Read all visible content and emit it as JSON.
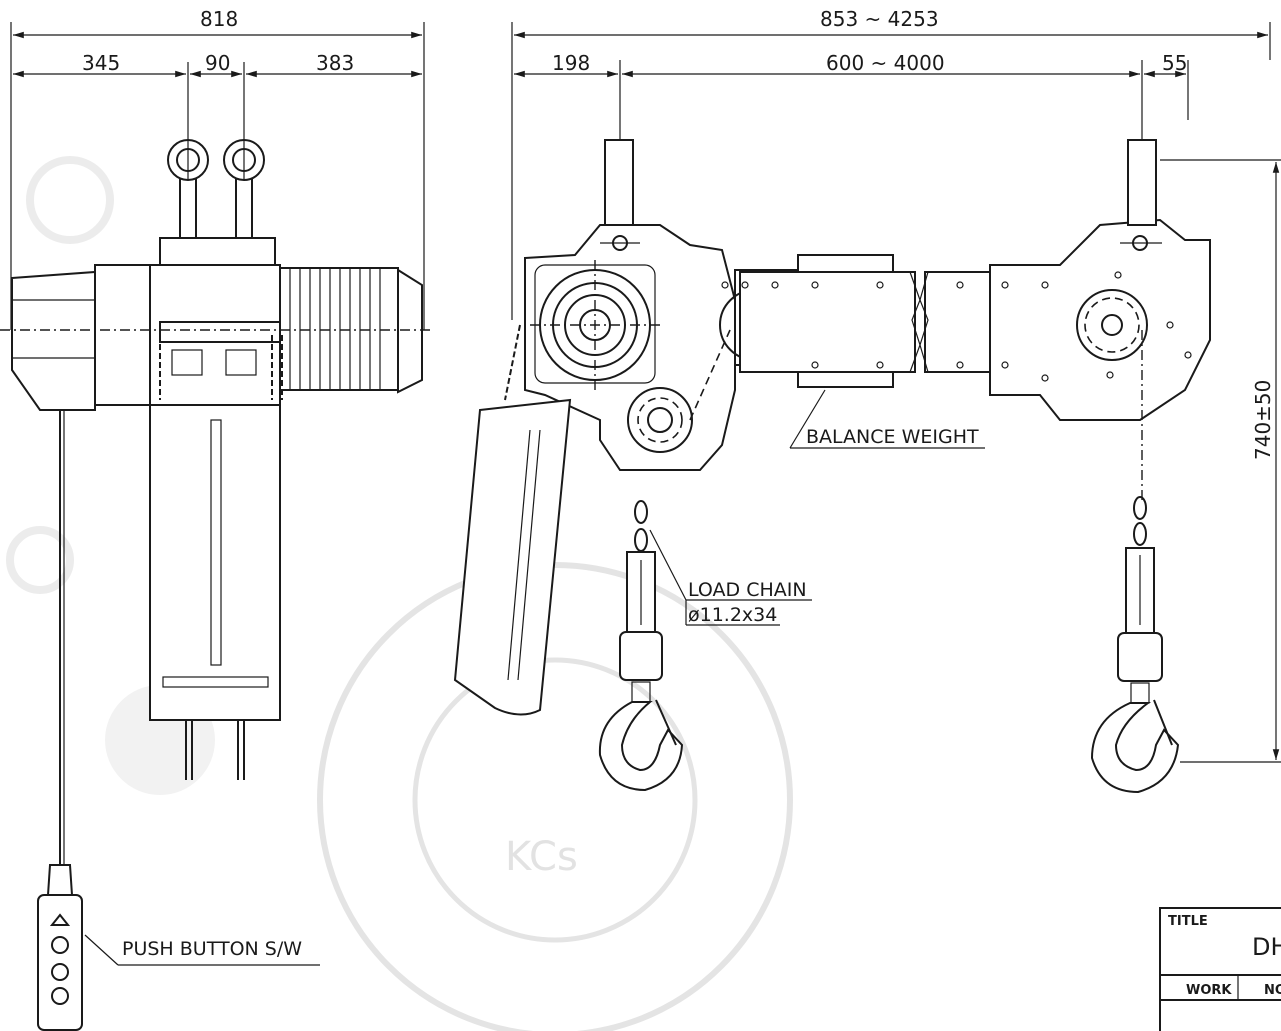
{
  "dimensions": {
    "top_left_total": "818",
    "left_a": "345",
    "left_b": "90",
    "left_c": "383",
    "top_right_total": "853 ~ 4253",
    "right_a": "198",
    "right_b": "600 ~ 4000",
    "right_c": "55",
    "vertical": "740±50"
  },
  "labels": {
    "balance_weight": "BALANCE WEIGHT",
    "load_chain": "LOAD CHAIN",
    "load_chain_size": "ø11.2x34",
    "push_button": "PUSH BUTTON S/W"
  },
  "title_block": {
    "title_label": "TITLE",
    "title_value": "DH",
    "work_label": "WORK",
    "no_label": "NO"
  },
  "watermark": {
    "stamp_letters": "KCs"
  }
}
